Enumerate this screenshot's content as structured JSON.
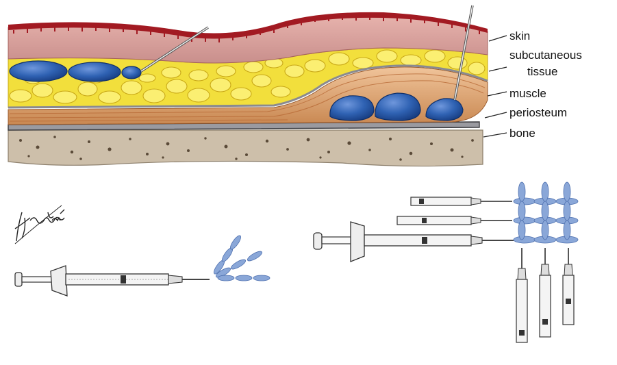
{
  "labels": {
    "skin": "skin",
    "subcutaneous": "subcutaneous",
    "tissue": "tissue",
    "muscle": "muscle",
    "periosteum": "periosteum",
    "bone": "bone"
  },
  "signature": "H.Wow MD",
  "colors": {
    "skin_edge": "#a21a22",
    "dermis": "#d8a5a2",
    "fat": "#f2df3c",
    "fat_dark": "#d0b21c",
    "muscle": "#e6b184",
    "periosteum": "#7a7a80",
    "bone": "#cdbfaa",
    "filler": "#2c5ea8",
    "filler_light": "#8aa7d8"
  }
}
